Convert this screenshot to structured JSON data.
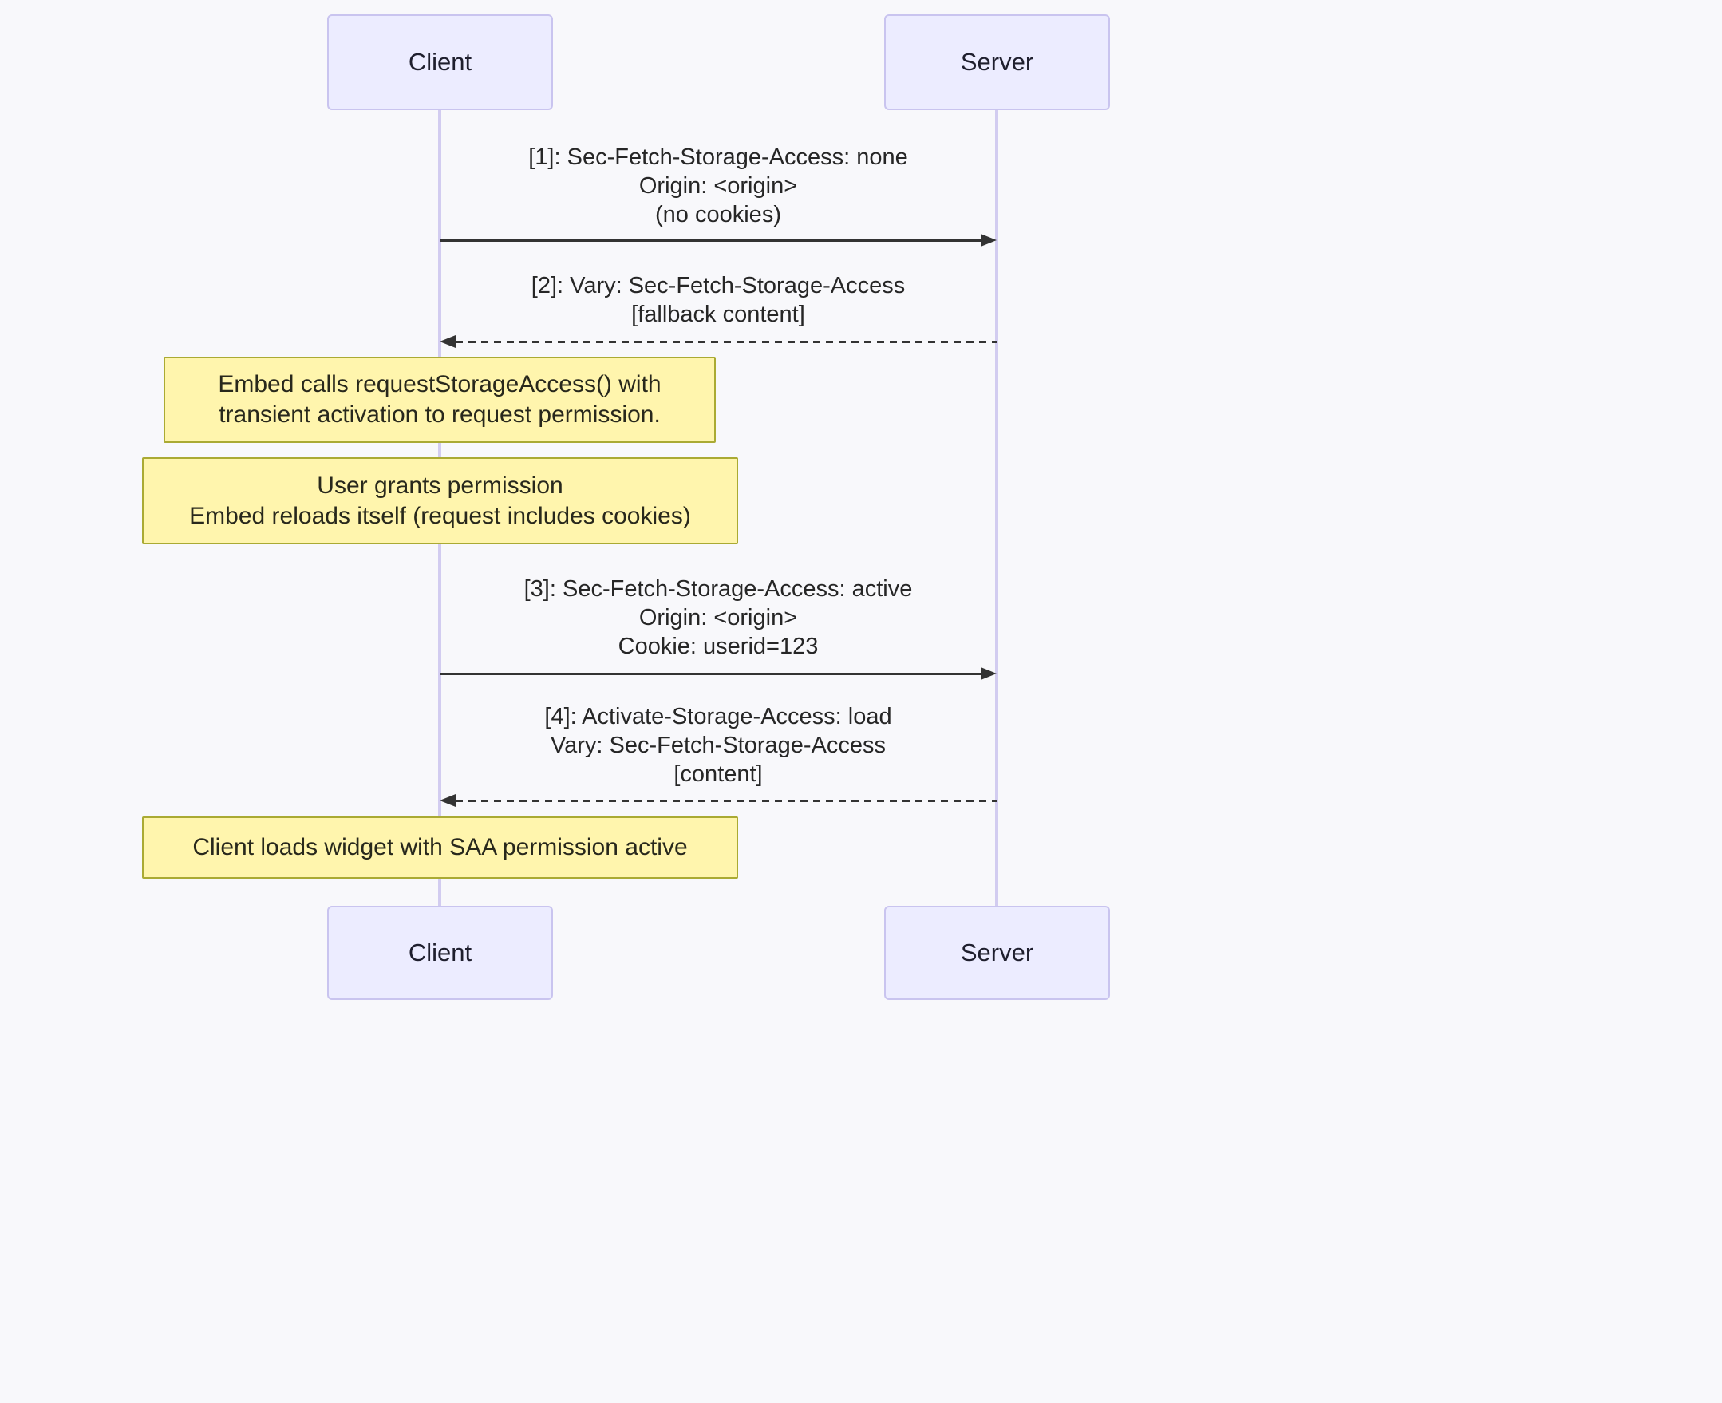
{
  "diagram": {
    "type": "sequence-diagram",
    "colors": {
      "background": "#f8f8fb",
      "actor_fill": "#ECECFF",
      "actor_border": "#c9c4ef",
      "lifeline": "#d2ccf0",
      "note_fill": "#fff5ad",
      "note_border": "#aaaa33",
      "arrow": "#333333",
      "text": "#262626"
    },
    "actors": [
      {
        "label": "Client"
      },
      {
        "label": "Server"
      }
    ],
    "messages": [
      {
        "from": "Client",
        "to": "Server",
        "line_style": "solid",
        "lines": [
          "[1]: Sec-Fetch-Storage-Access: none",
          "Origin: <origin>",
          "(no cookies)"
        ]
      },
      {
        "from": "Server",
        "to": "Client",
        "line_style": "dashed",
        "lines": [
          "[2]: Vary: Sec-Fetch-Storage-Access",
          "[fallback content]"
        ]
      },
      {
        "from": "Client",
        "to": "Server",
        "line_style": "solid",
        "lines": [
          "[3]: Sec-Fetch-Storage-Access: active",
          "Origin: <origin>",
          "Cookie: userid=123"
        ]
      },
      {
        "from": "Server",
        "to": "Client",
        "line_style": "dashed",
        "lines": [
          "[4]: Activate-Storage-Access: load",
          "Vary: Sec-Fetch-Storage-Access",
          "[content]"
        ]
      }
    ],
    "notes": [
      {
        "lines": [
          "Embed calls requestStorageAccess() with",
          "transient activation to request permission."
        ]
      },
      {
        "lines": [
          "User grants permission",
          "Embed reloads itself (request includes cookies)"
        ]
      },
      {
        "lines": [
          "Client loads widget with SAA permission active"
        ]
      }
    ]
  }
}
